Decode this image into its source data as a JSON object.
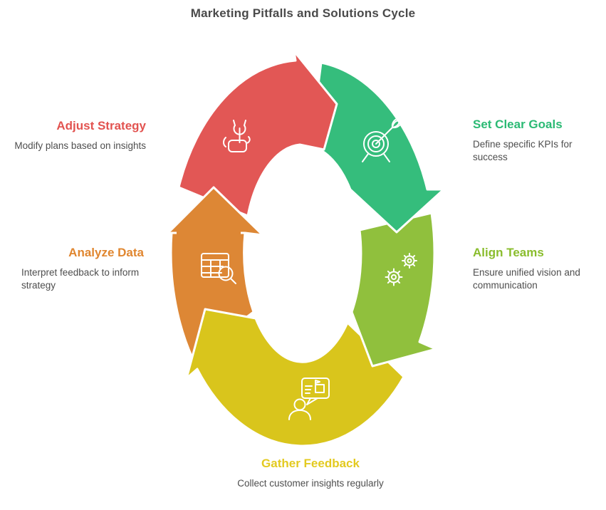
{
  "title": "Marketing Pitfalls and Solutions Cycle",
  "colors": {
    "background": "#ffffff",
    "title_text": "#4a4a4a",
    "body_text": "#4e4e4e",
    "separator": "#ffffff"
  },
  "cycle": {
    "type": "cycle-diagram",
    "direction": "clockwise",
    "steps": [
      {
        "label": "Set Clear Goals",
        "description": "Define specific KPIs for success",
        "color": "#2bba74",
        "fill": "#35bd7c",
        "icon": "target-arrow-icon",
        "position": "top-right"
      },
      {
        "label": "Align Teams",
        "description": "Ensure unified vision and communication",
        "color": "#8abd2d",
        "fill": "#90c03d",
        "icon": "gears-icon",
        "position": "middle-right"
      },
      {
        "label": "Gather Feedback",
        "description": "Collect customer insights regularly",
        "color": "#e3ca20",
        "fill": "#d9c51c",
        "icon": "feedback-person-icon",
        "position": "bottom-center"
      },
      {
        "label": "Analyze Data",
        "description": "Interpret feedback to inform strategy",
        "color": "#e0862f",
        "fill": "#dd8735",
        "icon": "table-search-icon",
        "position": "middle-left"
      },
      {
        "label": "Adjust Strategy",
        "description": "Modify plans based on insights",
        "color": "#e25350",
        "fill": "#e25755",
        "icon": "wrench-hand-icon",
        "position": "top-left"
      }
    ]
  }
}
